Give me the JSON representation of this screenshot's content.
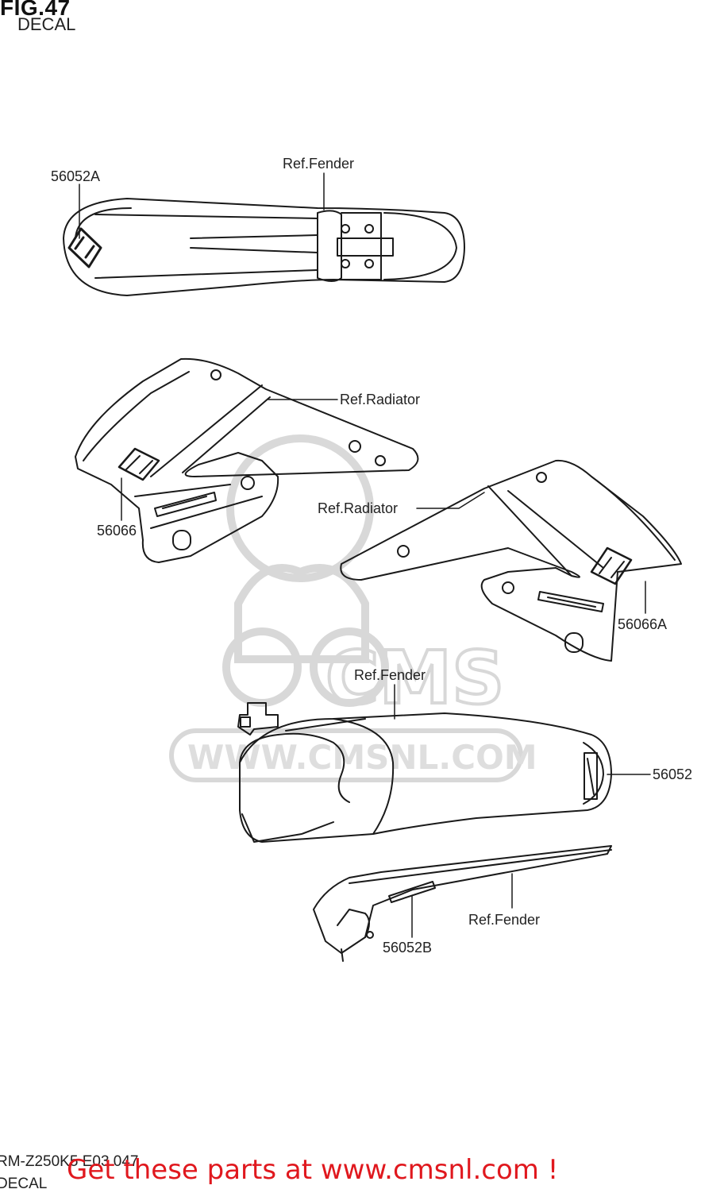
{
  "header": {
    "figure_title": "FIG.47",
    "section_name": "DECAL"
  },
  "callouts": {
    "front_fender_decal": "56052A",
    "front_fender_ref": "Ref.Fender",
    "left_radiator_ref": "Ref.Radiator",
    "left_radiator_decal": "56066",
    "right_radiator_ref": "Ref.Radiator",
    "right_radiator_decal": "56066A",
    "rear_fender_ref": "Ref.Fender",
    "rear_fender_decal": "56052",
    "rear_fender_side_ref": "Ref.Fender",
    "rear_fender_side_decal": "56052B"
  },
  "watermark": {
    "brand": "CMS",
    "url": "WWW.CMSNL.COM"
  },
  "footer": {
    "model_code": "RM-Z250K5 E03 047",
    "section_name": "DECAL",
    "promo": "Get these parts at www.cmsnl.com !"
  },
  "colors": {
    "line": "#1a1a1a",
    "watermark": "#c8c8c8",
    "promo": "#e0181e"
  }
}
